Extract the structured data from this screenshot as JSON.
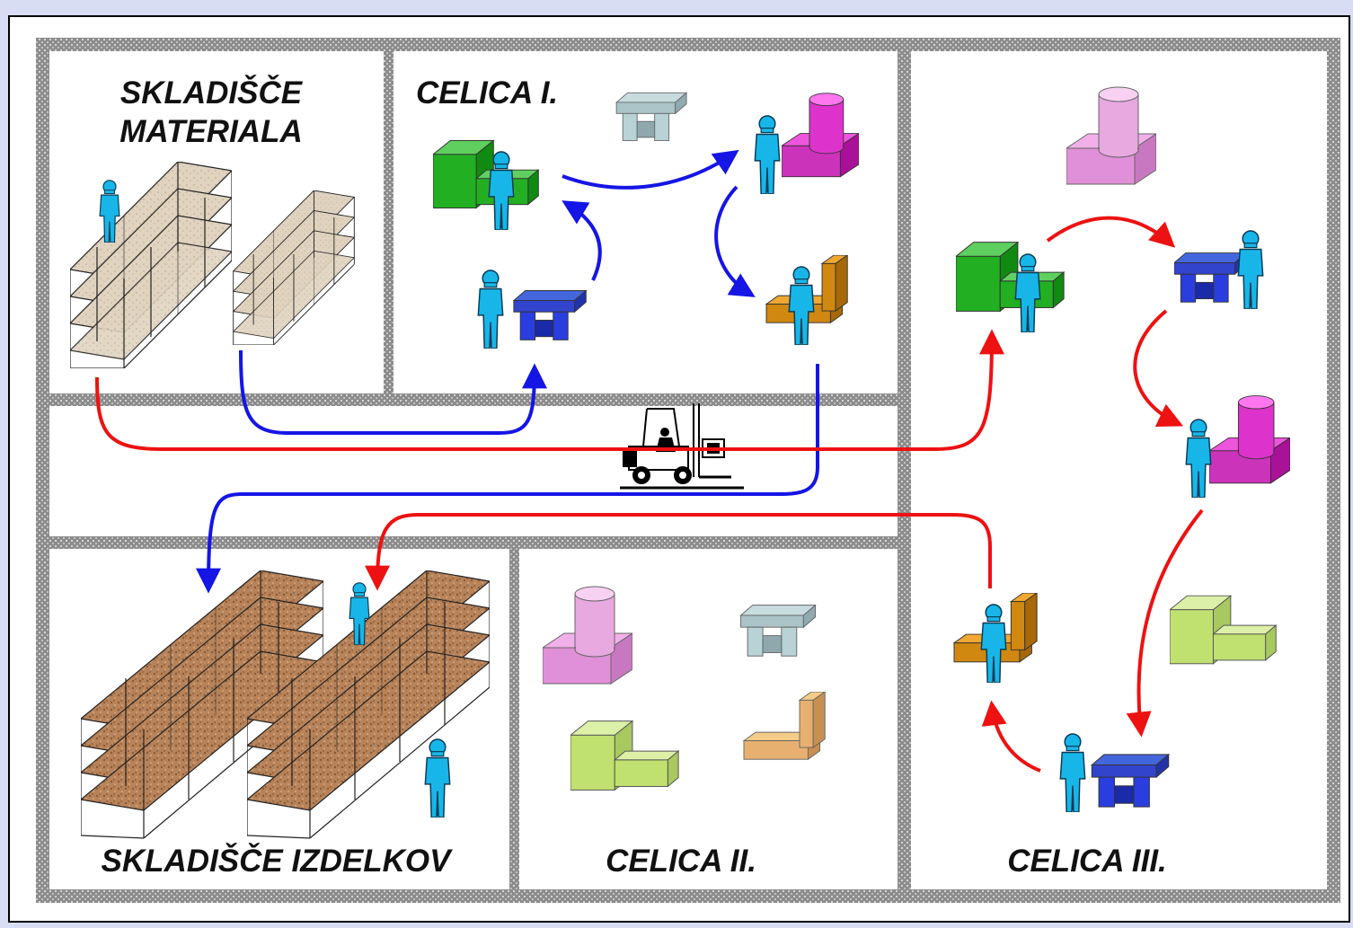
{
  "labels": {
    "storage_materials_line1": "SKLADIŠČE",
    "storage_materials_line2": "MATERIALA",
    "cell1": "CELICA I.",
    "storage_products": "SKLADIŠČE IZDELKOV",
    "cell2": "CELICA II.",
    "cell3": "CELICA III."
  },
  "colors": {
    "background": "#d9ddf4",
    "wall": "#9a9a9a",
    "flow_blue": "#1515e6",
    "flow_red": "#ee1111",
    "worker": "#18b6e8"
  }
}
